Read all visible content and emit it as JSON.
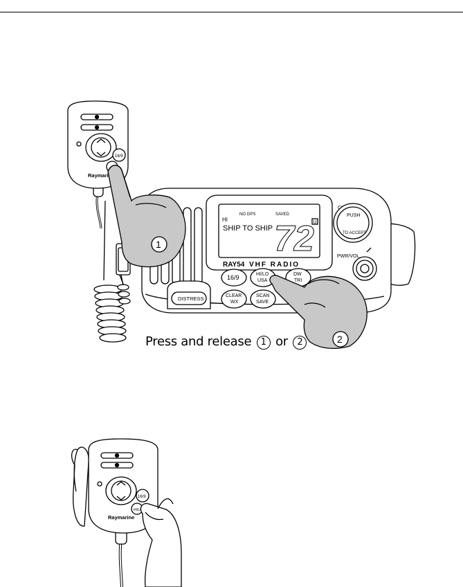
{
  "caption": {
    "prefix": "Press and release",
    "first": "1",
    "connector": "or",
    "second": "2"
  },
  "handset": {
    "brand": "Raymarine",
    "key_16_9": "16/9",
    "key_hilo": "HI/LO"
  },
  "radio": {
    "model": "RAY54",
    "model_suffix": "VHF RADIO",
    "display": {
      "status_gps": "NO GPS",
      "status_saved": "SAVED",
      "mode_hi": "HI",
      "text": "SHIP TO SHIP",
      "channel": "72",
      "channel_flag": "U"
    },
    "knob_ch_label": "CH",
    "knob_push_top": "PUSH",
    "knob_push_bottom": "TO ACCEPT",
    "knob_pwr_label": "PWR/VOL",
    "buttons": {
      "b16_9": "16/9",
      "hilo_top": "HI/LO",
      "hilo_bottom": "USA",
      "dw_top": "DW",
      "dw_bottom": "TRI",
      "clear_top": "CLEAR",
      "clear_bottom": "WX",
      "scan_top": "SCAN",
      "scan_bottom": "SAVE",
      "distress": "DISTRESS"
    }
  },
  "callouts": {
    "one": "1",
    "two": "2"
  }
}
